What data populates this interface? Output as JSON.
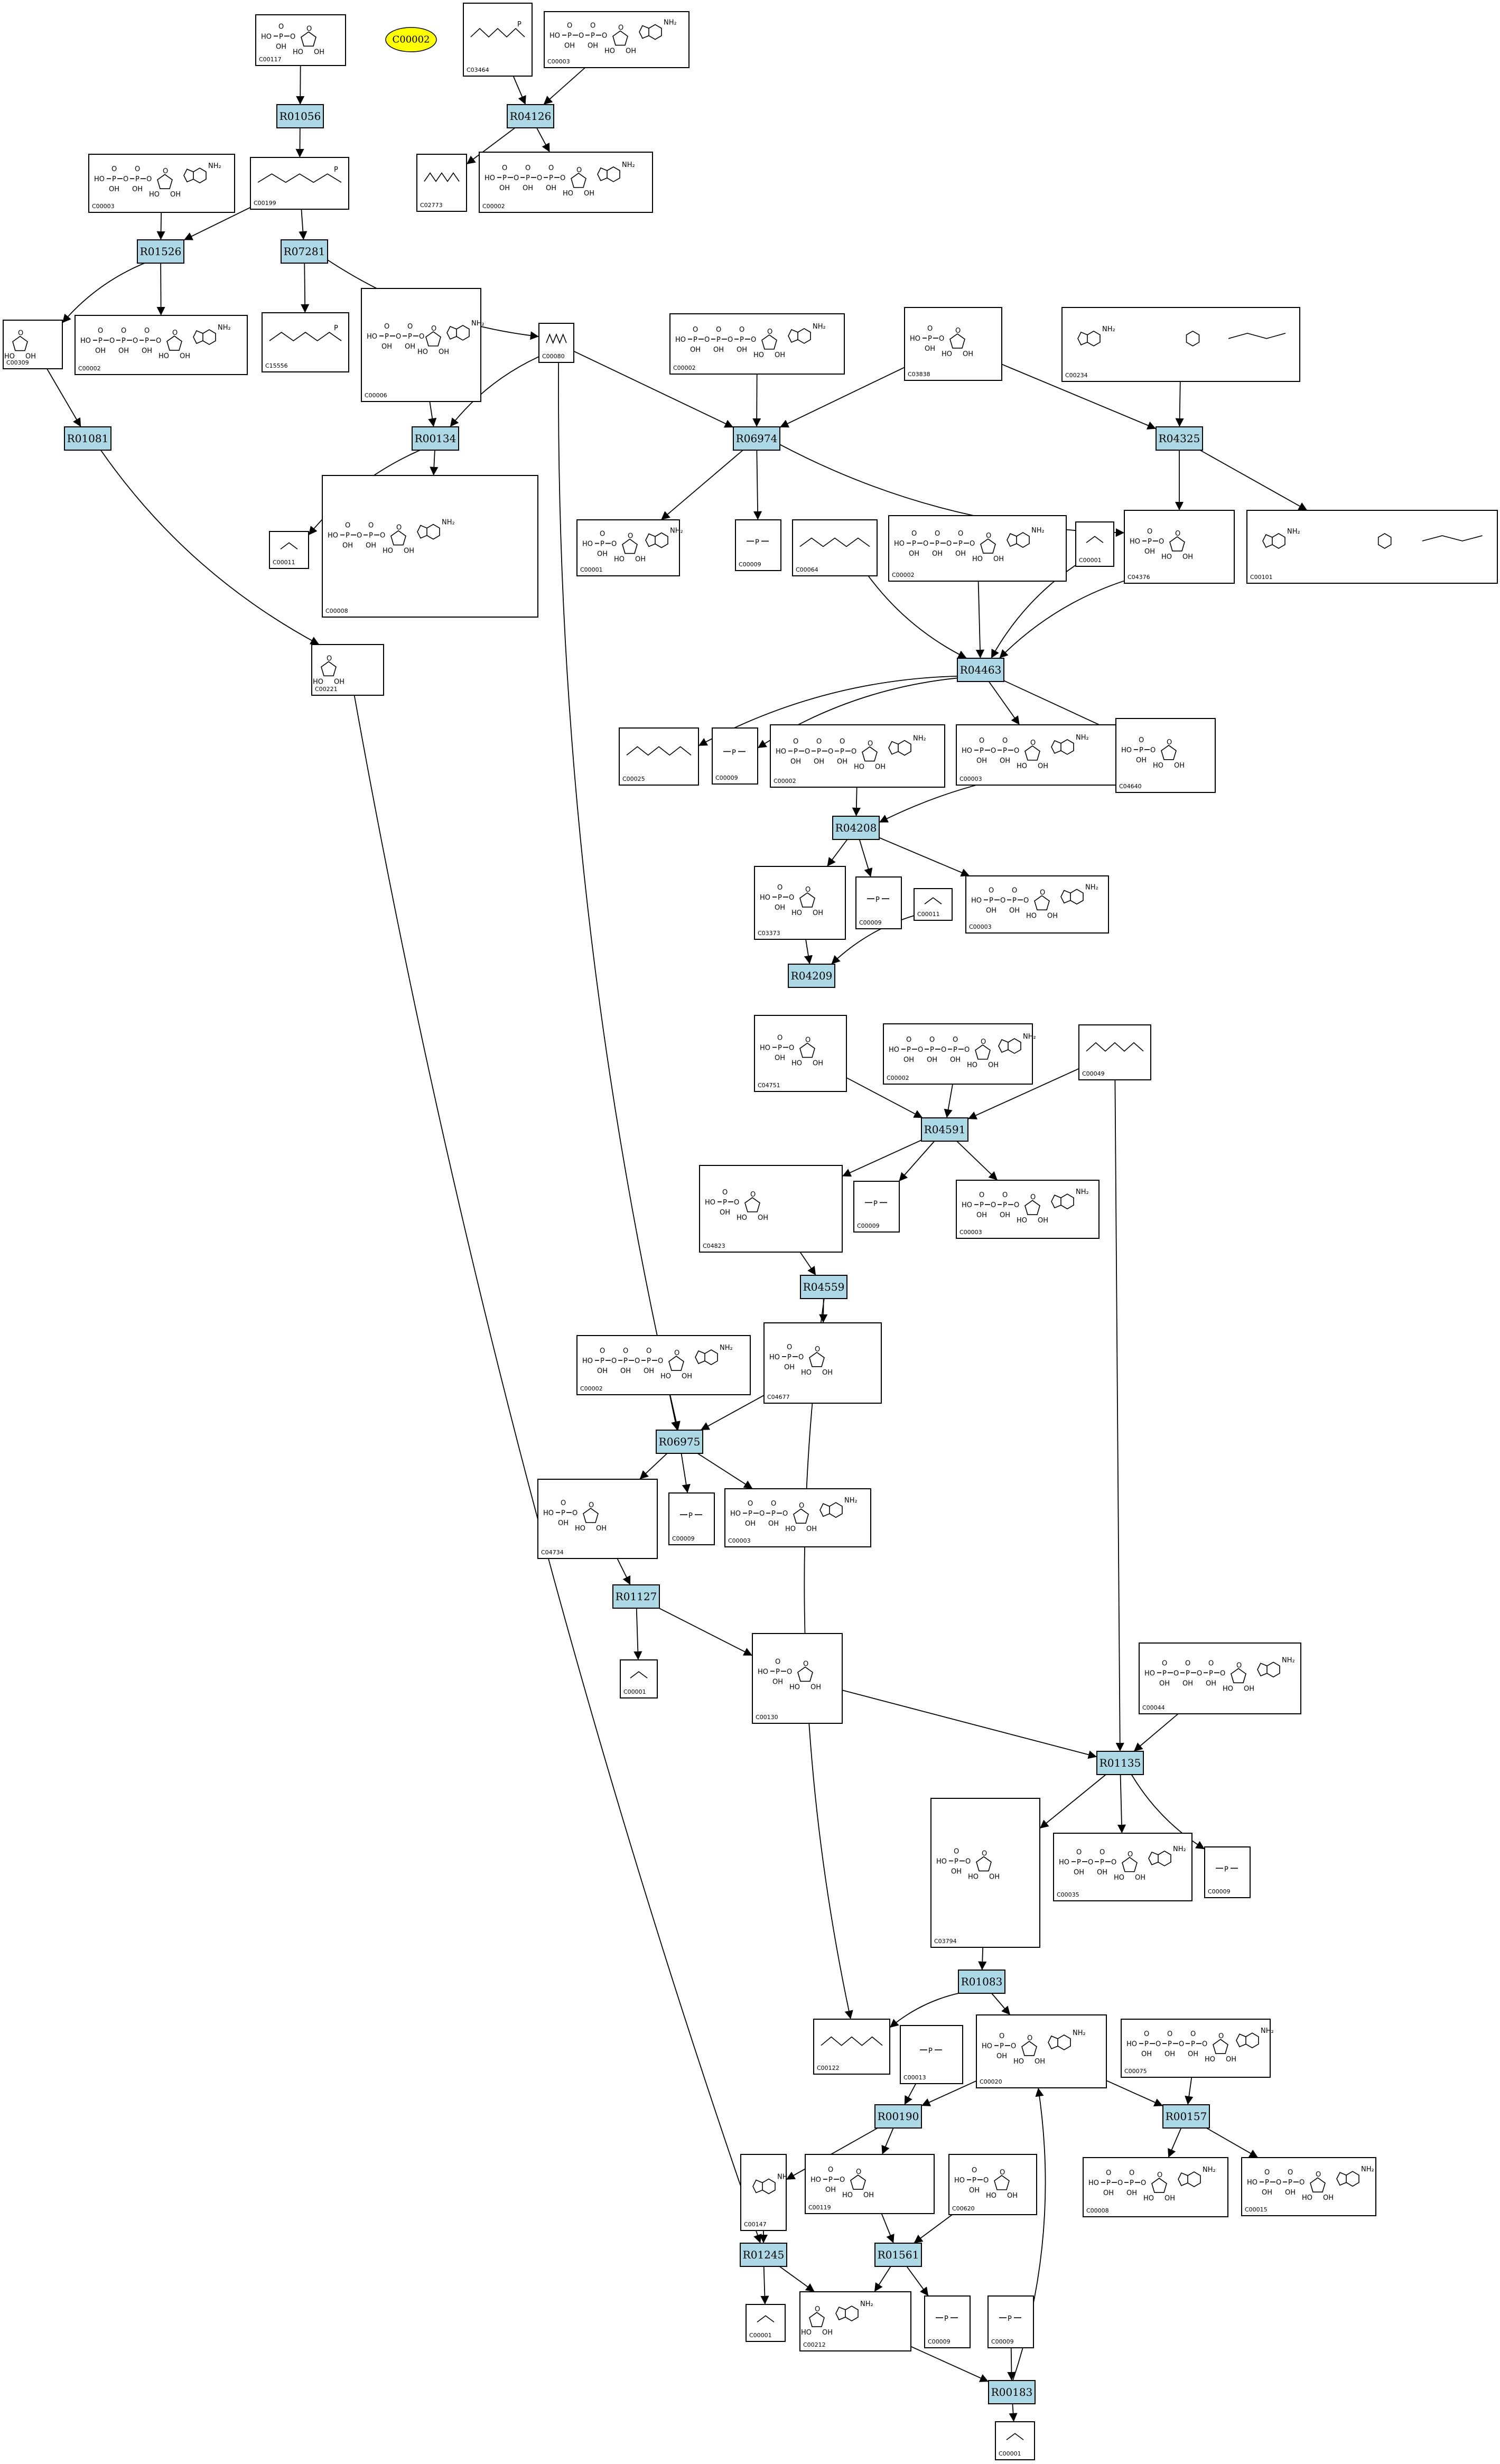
{
  "highlight": "C00002",
  "reactions": [
    "R01056",
    "R04126",
    "R01526",
    "R07281",
    "R01081",
    "R00134",
    "R06974",
    "R04325",
    "R04463",
    "R04208",
    "R04209",
    "R04591",
    "R04559",
    "R06975",
    "R01127",
    "R01135",
    "R01083",
    "R00190",
    "R00157",
    "R01245",
    "R01561",
    "R00183"
  ],
  "compounds": [
    {
      "id": "C00117",
      "ring": "ribose",
      "groups": [
        "HO-P"
      ]
    },
    {
      "id": "C03464",
      "ring": "chain",
      "groups": [
        "P"
      ]
    },
    {
      "id": "C00003",
      "ring": "adenosine",
      "groups": [
        "P-P"
      ]
    },
    {
      "id": "C02773",
      "ring": "chain",
      "groups": []
    },
    {
      "id": "C00002",
      "ring": "adenosine",
      "groups": [
        "P-P-P"
      ]
    },
    {
      "id": "C00003",
      "ring": "adenosine",
      "groups": [
        "P-P"
      ]
    },
    {
      "id": "C00199",
      "ring": "chain",
      "groups": [
        "P"
      ]
    },
    {
      "id": "C00309",
      "ring": "ribose",
      "groups": []
    },
    {
      "id": "C00002",
      "ring": "adenosine",
      "groups": [
        "P-P-P"
      ]
    },
    {
      "id": "C15556",
      "ring": "chain",
      "groups": [
        "P"
      ]
    },
    {
      "id": "C00006",
      "ring": "nadp",
      "groups": [
        "P-P"
      ]
    },
    {
      "id": "C00080",
      "ring": "chain",
      "groups": []
    },
    {
      "id": "C00002",
      "ring": "adenosine",
      "groups": [
        "P-P-P"
      ]
    },
    {
      "id": "C03838",
      "ring": "ribose",
      "groups": [
        "P"
      ]
    },
    {
      "id": "C00234",
      "ring": "folate",
      "groups": []
    },
    {
      "id": "C00011",
      "ring": "small",
      "groups": []
    },
    {
      "id": "C00008",
      "ring": "nadph",
      "groups": [
        "P-P"
      ]
    },
    {
      "id": "C00001",
      "ring": "adenosine",
      "groups": [
        "P"
      ]
    },
    {
      "id": "C00009",
      "ring": "small",
      "groups": [
        "P"
      ]
    },
    {
      "id": "C00064",
      "ring": "chain",
      "groups": []
    },
    {
      "id": "C00002",
      "ring": "adenosine",
      "groups": [
        "P-P-P"
      ]
    },
    {
      "id": "C00001",
      "ring": "small",
      "groups": []
    },
    {
      "id": "C04376",
      "ring": "ribose",
      "groups": [
        "P"
      ]
    },
    {
      "id": "C00101",
      "ring": "folate",
      "groups": []
    },
    {
      "id": "C00221",
      "ring": "ribose",
      "groups": []
    },
    {
      "id": "C00025",
      "ring": "chain",
      "groups": []
    },
    {
      "id": "C00009",
      "ring": "small",
      "groups": [
        "P"
      ]
    },
    {
      "id": "C00002",
      "ring": "adenosine",
      "groups": [
        "P-P-P"
      ]
    },
    {
      "id": "C00003",
      "ring": "adenosine",
      "groups": [
        "P-P"
      ]
    },
    {
      "id": "C04640",
      "ring": "ribose",
      "groups": [
        "P"
      ]
    },
    {
      "id": "C03373",
      "ring": "ribose",
      "groups": [
        "P"
      ]
    },
    {
      "id": "C00009",
      "ring": "small",
      "groups": [
        "P"
      ]
    },
    {
      "id": "C00011",
      "ring": "small",
      "groups": []
    },
    {
      "id": "C00003",
      "ring": "adenosine",
      "groups": [
        "P-P"
      ]
    },
    {
      "id": "C04751",
      "ring": "ribose",
      "groups": [
        "P"
      ]
    },
    {
      "id": "C00002",
      "ring": "adenosine",
      "groups": [
        "P-P-P"
      ]
    },
    {
      "id": "C00049",
      "ring": "chain",
      "groups": []
    },
    {
      "id": "C04823",
      "ring": "ribose",
      "groups": [
        "P"
      ]
    },
    {
      "id": "C00009",
      "ring": "small",
      "groups": [
        "P"
      ]
    },
    {
      "id": "C00003",
      "ring": "adenosine",
      "groups": [
        "P-P"
      ]
    },
    {
      "id": "C00002",
      "ring": "adenosine",
      "groups": [
        "P-P-P"
      ]
    },
    {
      "id": "C04677",
      "ring": "ribose",
      "groups": [
        "P"
      ]
    },
    {
      "id": "C04734",
      "ring": "ribose",
      "groups": [
        "P"
      ]
    },
    {
      "id": "C00009",
      "ring": "small",
      "groups": [
        "P"
      ]
    },
    {
      "id": "C00003",
      "ring": "adenosine",
      "groups": [
        "P-P"
      ]
    },
    {
      "id": "C00001",
      "ring": "small",
      "groups": []
    },
    {
      "id": "C00130",
      "ring": "ribose",
      "groups": [
        "P"
      ]
    },
    {
      "id": "C00044",
      "ring": "adenosine",
      "groups": [
        "P-P-P"
      ]
    },
    {
      "id": "C03794",
      "ring": "ribose",
      "groups": [
        "P"
      ]
    },
    {
      "id": "C00035",
      "ring": "adenosine",
      "groups": [
        "P-P"
      ]
    },
    {
      "id": "C00009",
      "ring": "small",
      "groups": [
        "P"
      ]
    },
    {
      "id": "C00122",
      "ring": "chain",
      "groups": []
    },
    {
      "id": "C00013",
      "ring": "small",
      "groups": [
        "P"
      ]
    },
    {
      "id": "C00020",
      "ring": "adenosine",
      "groups": [
        "P"
      ]
    },
    {
      "id": "C00075",
      "ring": "adenosine",
      "groups": [
        "P-P-P"
      ]
    },
    {
      "id": "C00147",
      "ring": "adenine",
      "groups": []
    },
    {
      "id": "C00119",
      "ring": "ribose",
      "groups": [
        "P-P"
      ]
    },
    {
      "id": "C00620",
      "ring": "ribose",
      "groups": [
        "P"
      ]
    },
    {
      "id": "C00008",
      "ring": "adenosine",
      "groups": [
        "P-P"
      ]
    },
    {
      "id": "C00015",
      "ring": "adenosine",
      "groups": [
        "P-P"
      ]
    },
    {
      "id": "C00001",
      "ring": "small",
      "groups": []
    },
    {
      "id": "C00212",
      "ring": "adenosine",
      "groups": []
    },
    {
      "id": "C00009",
      "ring": "small",
      "groups": [
        "P"
      ]
    },
    {
      "id": "C00009",
      "ring": "small",
      "groups": [
        "P"
      ]
    },
    {
      "id": "C00001",
      "ring": "small",
      "groups": []
    }
  ]
}
